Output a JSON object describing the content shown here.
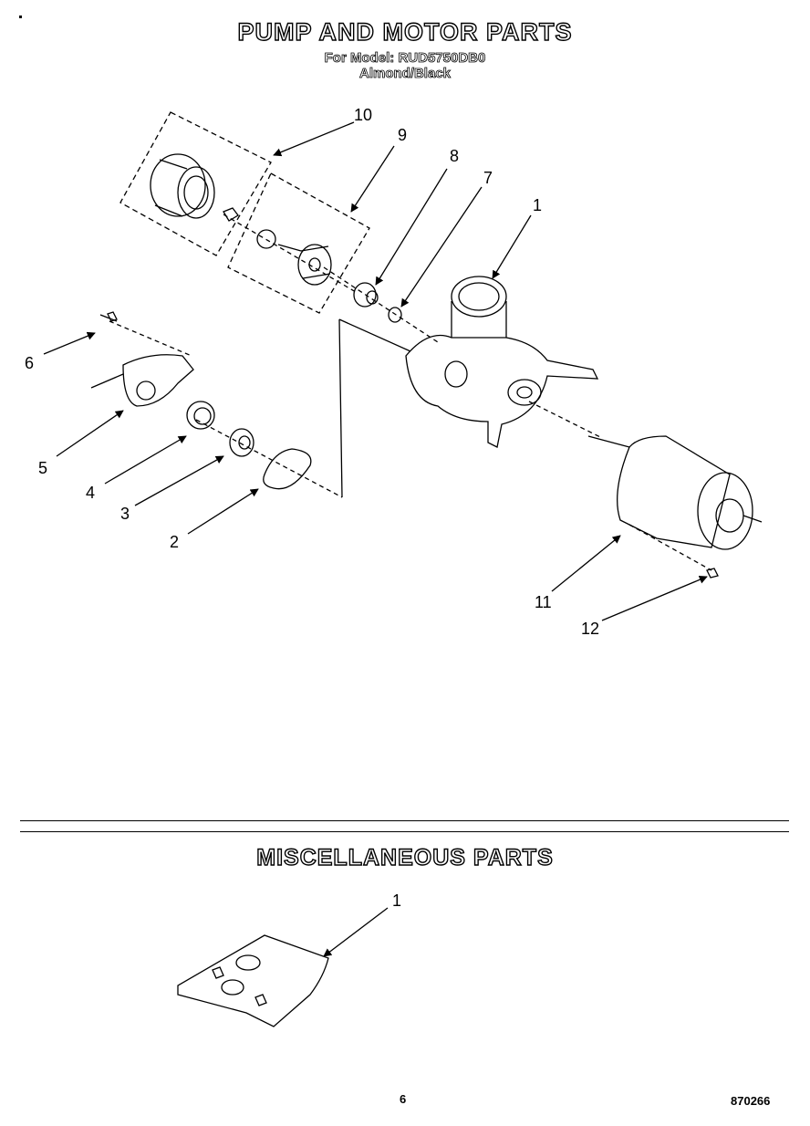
{
  "header": {
    "title": "PUMP AND MOTOR PARTS",
    "model_line": "For Model: RUD5750DB0",
    "color_line": "Almond/Black"
  },
  "pump_callouts": [
    "10",
    "9",
    "8",
    "7",
    "1",
    "6",
    "5",
    "4",
    "3",
    "2",
    "11",
    "12"
  ],
  "misc": {
    "title": "MISCELLANEOUS PARTS",
    "callout": "1"
  },
  "footer": {
    "page_number": "6",
    "doc_number": "870266"
  }
}
